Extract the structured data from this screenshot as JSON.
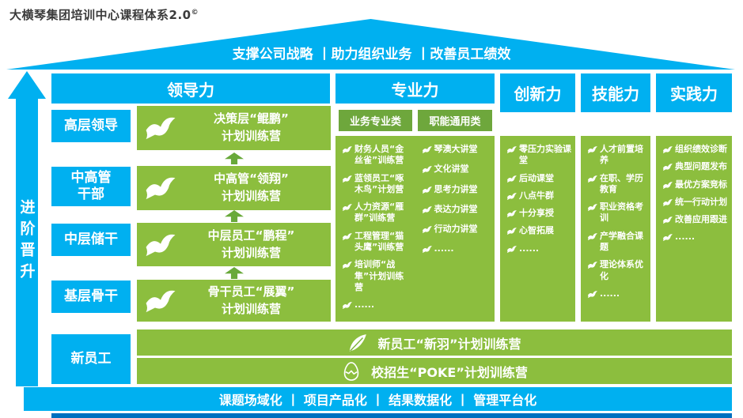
{
  "page": {
    "title": "大横琴集团培训中心课程体系2.0",
    "copyright": "©"
  },
  "roof": {
    "text": "支撑公司战略 丨助力组织业务 丨改善员工绩效"
  },
  "progression": {
    "text": "进阶晋升"
  },
  "colors": {
    "cyan": "#00B0F0",
    "green": "#8CBE3E",
    "dark_green": "#6EA73C",
    "footer_blue": "#0070C0"
  },
  "headers": {
    "leadership": "领导力",
    "professional": "专业力",
    "innovation": "创新力",
    "skills": "技能力",
    "practice": "实践力"
  },
  "levels": {
    "executive": "高层领导",
    "senior": "中高管\n干部",
    "middle": "中层储干",
    "backbone": "基层骨干",
    "newcomer": "新员工"
  },
  "leadership": {
    "camps": [
      "决策层“鲲鹏”\n计划训练营",
      "中高管“领翔”\n计划训练营",
      "中层员工“鹏程”\n计划训练营",
      "骨干员工“展翼”\n计划训练营"
    ]
  },
  "professional": {
    "business_header": "业务专业类",
    "general_header": "职能通用类",
    "business_items": [
      "财务人员“金丝雀”训练营",
      "蓝领员工“啄木鸟”计划营",
      "人力资源“雁群”训练营",
      "工程管理“猫头鹰”训练营",
      "培训师“战隼”计划训练营",
      "......"
    ],
    "general_items": [
      "琴澳大讲堂",
      "文化讲堂",
      "思考力讲堂",
      "表达力讲堂",
      "行动力讲堂",
      "......"
    ]
  },
  "innovation": {
    "items": [
      "零压力实验课堂",
      "后动课堂",
      "八点牛群",
      "十分享授",
      "心智拓展",
      "......"
    ]
  },
  "skills": {
    "items": [
      "人才前置培养",
      "在职、学历教育",
      "职业资格考训",
      "产学融合课题",
      "理论体系优化",
      "......"
    ]
  },
  "practice": {
    "items": [
      "组织绩效诊断",
      "典型问题发布",
      "最优方案竞标",
      "统一行动计划",
      "改善应用跟进",
      "......"
    ]
  },
  "newcomer": {
    "row1": "新员工“新羽”计划训练营",
    "row2": "校招生“POKE”计划训练营"
  },
  "footer": {
    "text": "课题场域化 丨 项目产品化 丨 结果数据化 丨 管理平台化"
  }
}
